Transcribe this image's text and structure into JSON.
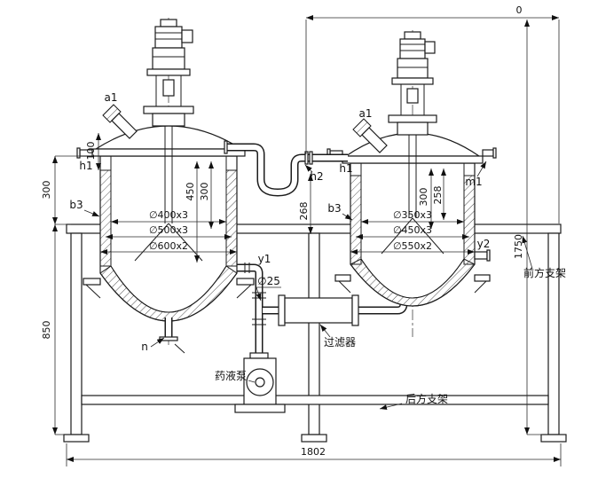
{
  "drawing": {
    "dims": {
      "top_zero": "0",
      "left_300": "300",
      "left_850": "850",
      "right_1750": "1750",
      "bottom_1802": "1802"
    },
    "left_tank": {
      "a1": "a1",
      "h1": "h1",
      "b3": "b3",
      "dim_100": "100",
      "dim_450": "450",
      "dim_300": "300",
      "dia_inner": "∅400x3",
      "dia_mid": "∅500x3",
      "dia_outer": "∅600x2",
      "y1": "y1",
      "n": "n"
    },
    "right_tank": {
      "a1": "a1",
      "h1": "h1",
      "h2": "h2",
      "b3": "b3",
      "m1": "m1",
      "y2": "y2",
      "dim_300": "300",
      "dim_258": "258",
      "dim_268": "268",
      "dia_inner": "∅350x3",
      "dia_mid": "∅450x3",
      "dia_outer": "∅550x2"
    },
    "pipe": {
      "dia_25": "∅25"
    },
    "annotations": {
      "filter": "过滤器",
      "pump": "药液泵",
      "front_bracket": "前方支架",
      "rear_bracket": "后方支架"
    }
  }
}
